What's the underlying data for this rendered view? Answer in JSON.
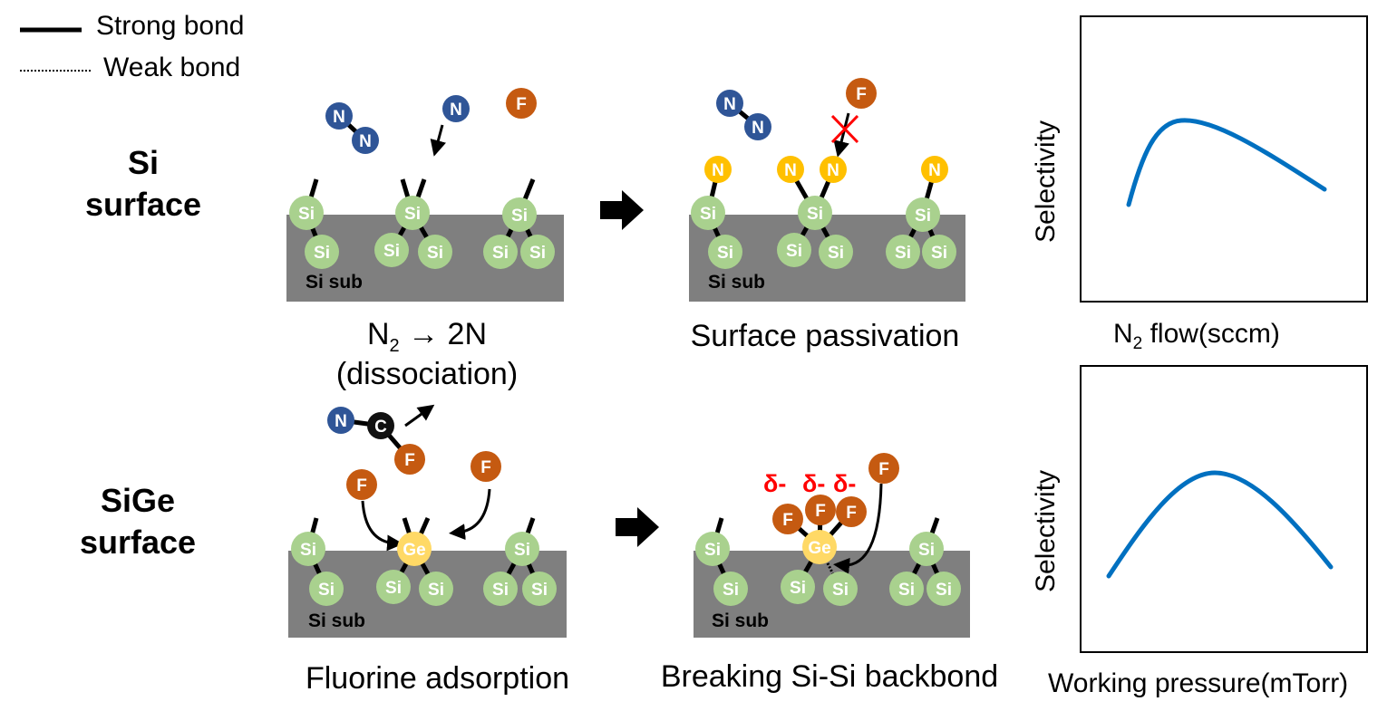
{
  "legend": {
    "strong": "Strong bond",
    "weak": "Weak bond"
  },
  "rows": {
    "si": {
      "line1": "Si",
      "line2": "surface"
    },
    "sige": {
      "line1": "SiGe",
      "line2": "surface"
    }
  },
  "captions": {
    "dissociation_n": "N",
    "dissociation_sub": "2",
    "dissociation_rest": " → 2N",
    "dissociation_2": "(dissociation)",
    "passivation": "Surface passivation",
    "adsorption": "Fluorine adsorption",
    "breaking": "Breaking Si-Si backbond"
  },
  "atoms": {
    "si": "Si",
    "n": "N",
    "f": "F",
    "c": "C",
    "ge": "Ge",
    "substrate": "Si sub",
    "delta": "δ-"
  },
  "colors": {
    "substrate": "#7f7f7f",
    "si": "#a9d18e",
    "n_gas": "#2f5597",
    "n_surface": "#ffc000",
    "f": "#c55a11",
    "ge": "#ffd966",
    "c": "#111111",
    "curve": "#0070c0",
    "cross": "#ff0000"
  },
  "charts": [
    {
      "ylabel": "Selectivity",
      "xlabel_main": "N",
      "xlabel_sub": "2",
      "xlabel_rest": " flow(sccm)",
      "shape": "rise-then-gradual-decline"
    },
    {
      "ylabel": "Selectivity",
      "xlabel": "Working pressure(mTorr)",
      "shape": "symmetric-peak"
    }
  ]
}
